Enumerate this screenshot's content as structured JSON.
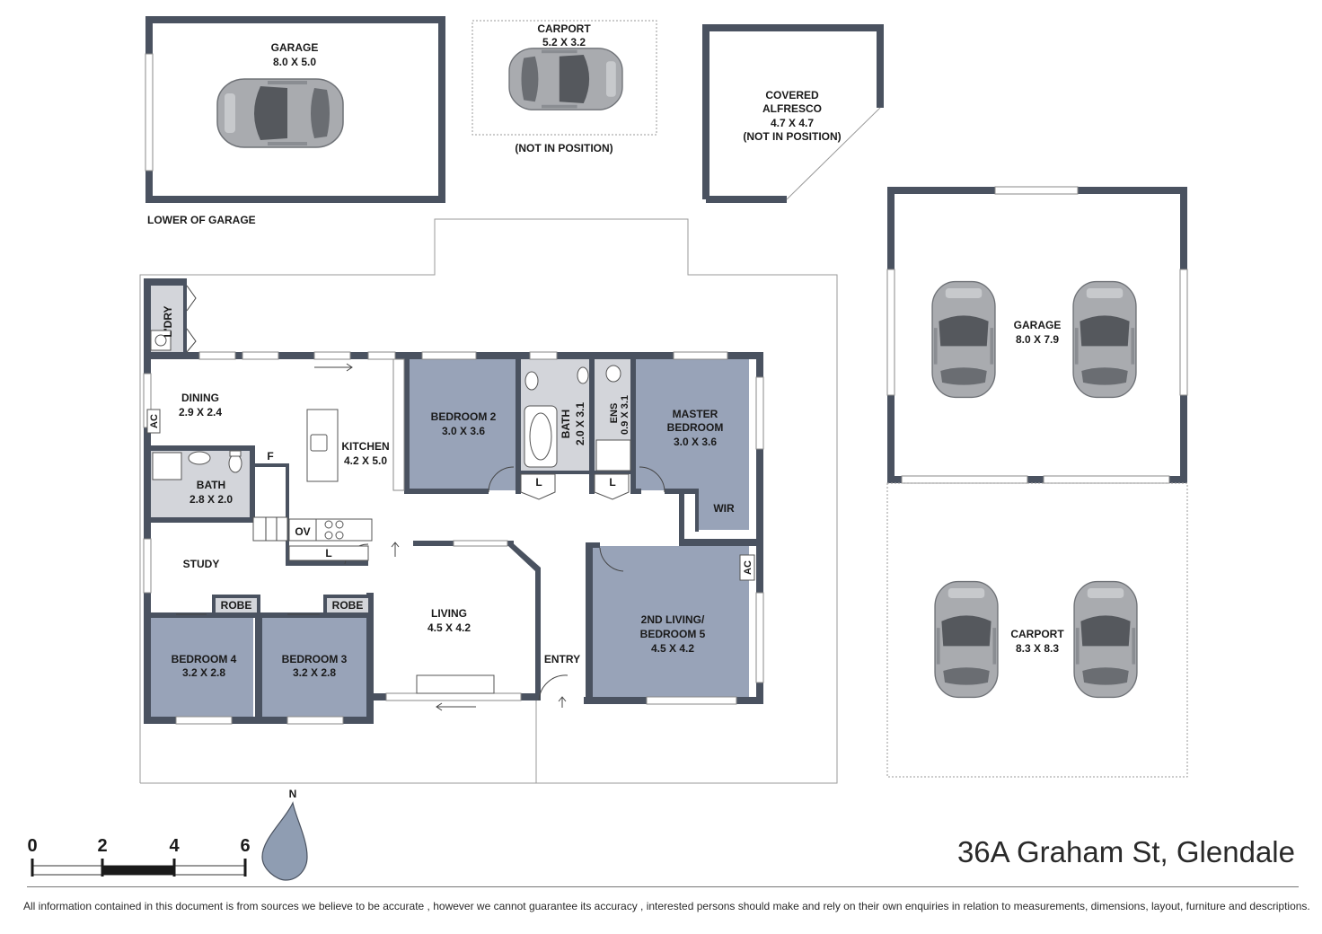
{
  "address": "36A Graham St, Glendale",
  "disclaimer": "All information contained in this document is from sources we believe to be accurate , however we cannot guarantee its accuracy , interested persons should make and rely on their own enquiries in relation to measurements, dimensions, layout, furniture and descriptions.",
  "north_label": "N",
  "scale": {
    "ticks": [
      "0",
      "2",
      "4",
      "6"
    ]
  },
  "colors": {
    "wall": "#4a5260",
    "room_dark": "#98a3b8",
    "room_light": "#d3d5da",
    "car": "#a9abaf"
  },
  "outbuildings": {
    "garage_top": {
      "name": "GARAGE",
      "dims": "8.0 X 5.0",
      "note": "LOWER OF GARAGE"
    },
    "carport_top": {
      "name": "CARPORT",
      "dims": "5.2 X 3.2",
      "note": "(NOT IN POSITION)"
    },
    "alfresco": {
      "name1": "COVERED",
      "name2": "ALFRESCO",
      "dims": "4.7 X 4.7",
      "note": "(NOT IN POSITION)"
    },
    "garage_right": {
      "name": "GARAGE",
      "dims": "8.0 X 7.9"
    },
    "carport_right": {
      "name": "CARPORT",
      "dims": "8.3 X 8.3"
    }
  },
  "rooms": {
    "laundry": {
      "name": "L'DRY"
    },
    "dining": {
      "name": "DINING",
      "dims": "2.9 X 2.4"
    },
    "kitchen": {
      "name": "KITCHEN",
      "dims": "4.2 X 5.0"
    },
    "bedroom2": {
      "name": "BEDROOM 2",
      "dims": "3.0 X 3.6"
    },
    "bath_main": {
      "name": "BATH",
      "dims": "2.0 X 3.1"
    },
    "ensuite": {
      "name": "ENS",
      "dims": "0.9 X 3.1"
    },
    "master": {
      "name1": "MASTER",
      "name2": "BEDROOM",
      "dims": "3.0 X 3.6"
    },
    "wir": {
      "name": "WIR"
    },
    "bath_west": {
      "name": "BATH",
      "dims": "2.8 X 2.0"
    },
    "study": {
      "name": "STUDY"
    },
    "living": {
      "name": "LIVING",
      "dims": "4.5 X 4.2"
    },
    "entry": {
      "name": "ENTRY"
    },
    "living2": {
      "name1": "2ND LIVING/",
      "name2": "BEDROOM 5",
      "dims": "4.5 X 4.2"
    },
    "bedroom4": {
      "name": "BEDROOM 4",
      "dims": "3.2 X 2.8"
    },
    "bedroom3": {
      "name": "BEDROOM 3",
      "dims": "3.2 X 2.8"
    }
  },
  "fixtures": {
    "robe": "ROBE",
    "ac": "AC",
    "fridge": "F",
    "oven": "OV",
    "linen": "L"
  }
}
